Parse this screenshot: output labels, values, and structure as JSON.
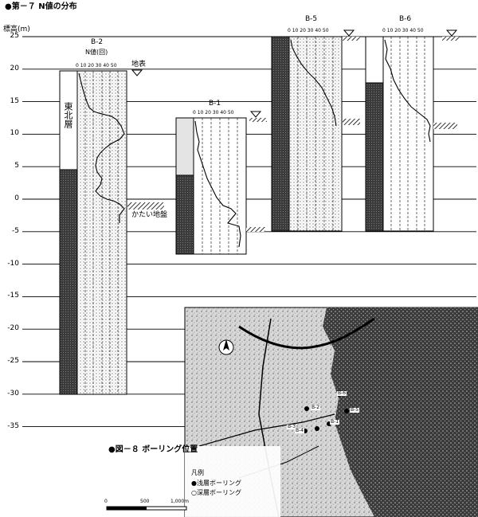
{
  "figure7": {
    "caption": "●第－７ N値の分布",
    "elevation_axis_title": "標高(m)",
    "elevation_ticks": [
      "25",
      "20",
      "15",
      "10",
      "5",
      "0",
      "-5",
      "-10",
      "-15",
      "-20",
      "-25",
      "-30",
      "-35"
    ],
    "ground_surface_label": "地表",
    "hard_layer_label": "かたい地盤",
    "nvalue_label": "N値(回)",
    "layer_label": "東北層",
    "boreholes": [
      {
        "name": "B-2",
        "scale": "0 10 20 30 40 50"
      },
      {
        "name": "B-1",
        "scale": "0 10 20 30 40 50"
      },
      {
        "name": "B-5",
        "scale": "0 10 20 30 40 50"
      },
      {
        "name": "B-6",
        "scale": "0 10 20 30 40 50"
      }
    ]
  },
  "figure8": {
    "caption": "●図－８ ボーリング位置",
    "legend_title": "凡例",
    "legend_items": [
      "●浅層ボーリング",
      "○深層ボーリング"
    ],
    "scale_labels": [
      "0",
      "500",
      "1,000m"
    ],
    "map_markers": [
      "B-6",
      "B-5",
      "B-2",
      "B-3",
      "B-1",
      "B-4"
    ]
  }
}
